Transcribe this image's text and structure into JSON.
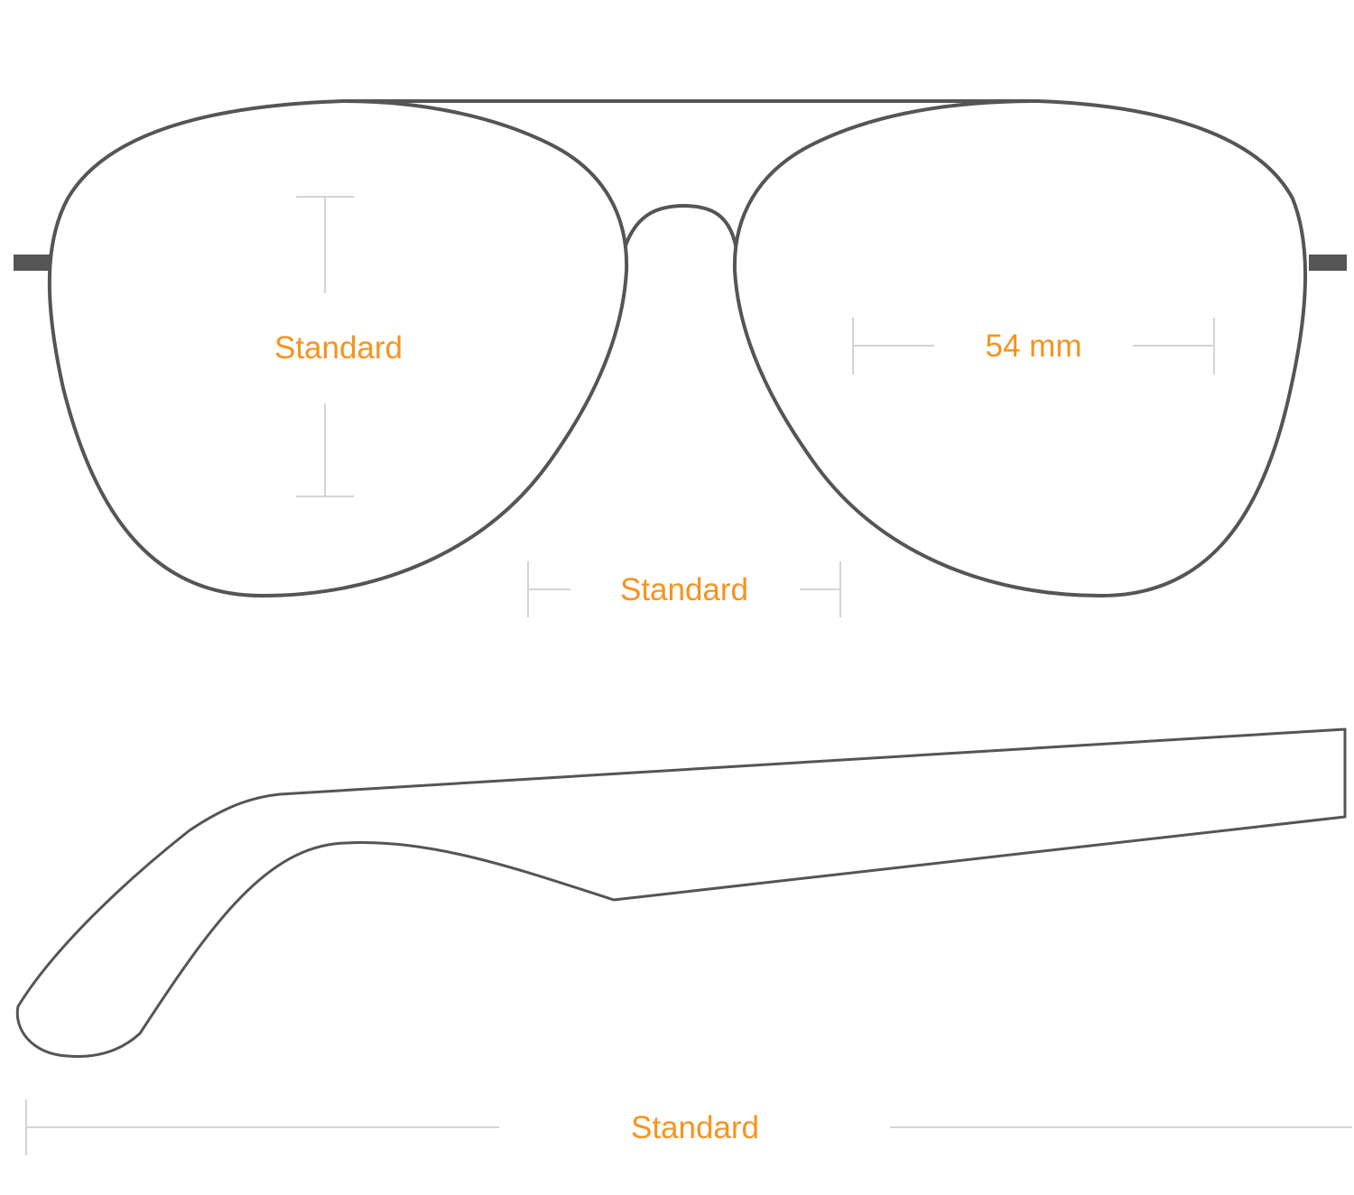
{
  "colors": {
    "outline": "#555555",
    "dimension_line": "#d4d4d4",
    "label": "#f7931e",
    "background": "#ffffff"
  },
  "measurements": {
    "lens_height": "Standard",
    "lens_width": "54 mm",
    "bridge_width": "Standard",
    "temple_length": "Standard"
  }
}
